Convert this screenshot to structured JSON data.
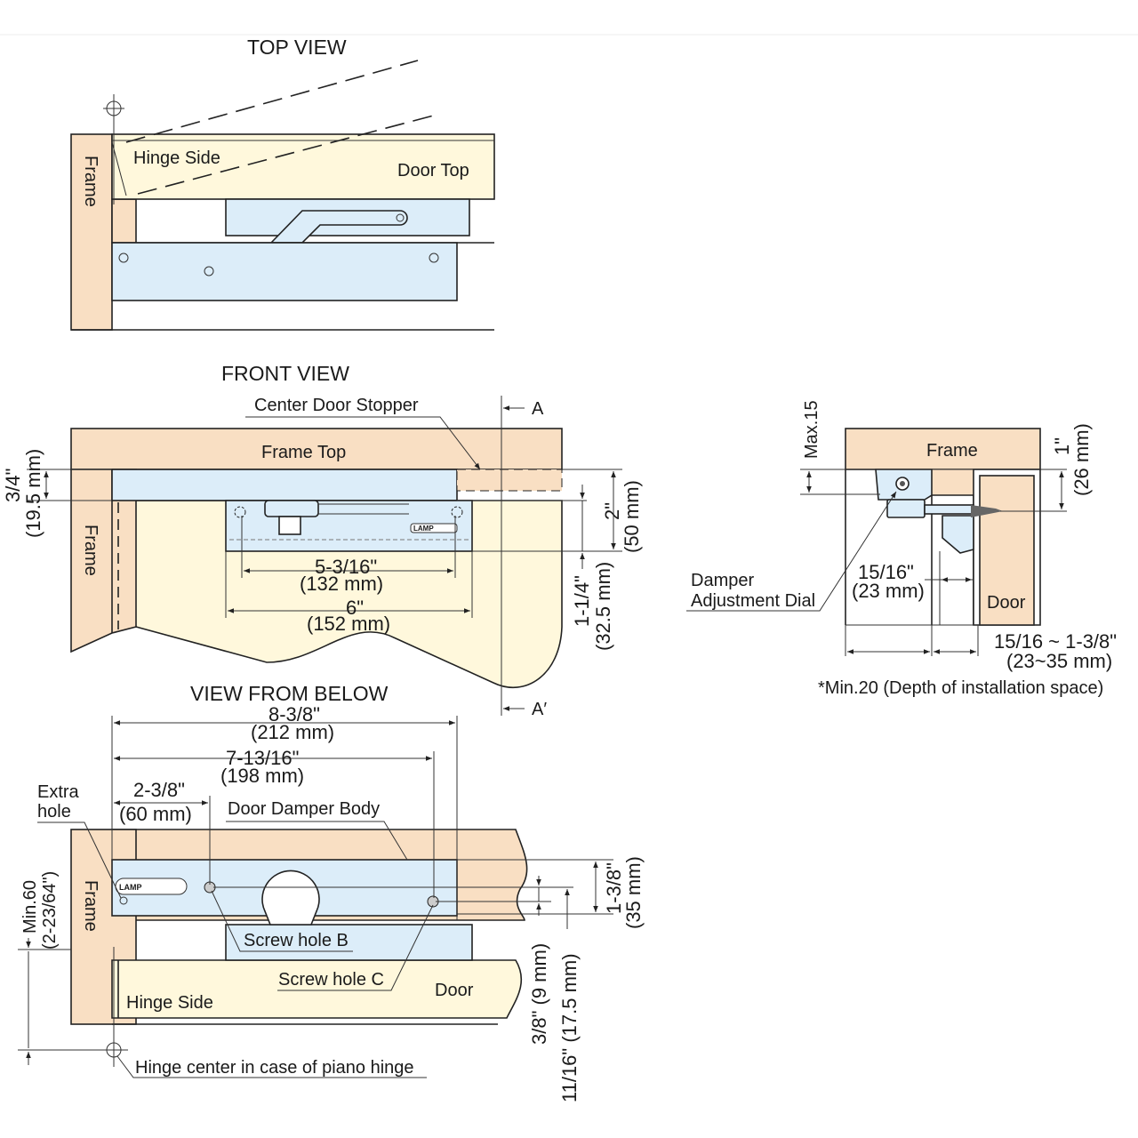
{
  "titles": {
    "top_view": "TOP VIEW",
    "front_view": "FRONT VIEW",
    "below_view": "VIEW FROM BELOW"
  },
  "top_view": {
    "frame": "Frame",
    "hinge_side": "Hinge Side",
    "door_top": "Door Top"
  },
  "front_view": {
    "center_door_stopper": "Center Door Stopper",
    "frame_top": "Frame Top",
    "frame": "Frame",
    "section_a": "A",
    "section_a_prime": "A′",
    "dim_3_4_in": "3/4\"",
    "dim_3_4_mm": "(19.5 mm)",
    "dim_2_in": "2\"",
    "dim_2_mm": "(50 mm)",
    "dim_1_1_4_in": "1-1/4\"",
    "dim_1_1_4_mm": "(32.5 mm)",
    "dim_5_3_16_in": "5-3/16\"",
    "dim_5_3_16_mm": "(132 mm)",
    "dim_6_in": "6\"",
    "dim_6_mm": "(152 mm)",
    "brand": "LAMP"
  },
  "below_view": {
    "dim_8_3_8_in": "8-3/8\"",
    "dim_8_3_8_mm": "(212 mm)",
    "dim_7_13_16_in": "7-13/16\"",
    "dim_7_13_16_mm": "(198 mm)",
    "dim_2_3_8_in": "2-3/8\"",
    "dim_2_3_8_mm": "(60 mm)",
    "extra_hole_1": "Extra",
    "extra_hole_2": "hole",
    "door_damper_body": "Door Damper Body",
    "frame": "Frame",
    "min60": "Min.60",
    "min60_in": "(2-23/64\")",
    "screw_hole_b": "Screw hole B",
    "screw_hole_c": "Screw hole C",
    "hinge_side": "Hinge Side",
    "door": "Door",
    "hinge_center": "Hinge center in case of piano hinge",
    "dim_1_3_8_in": "1-3/8\"",
    "dim_1_3_8_mm": "(35 mm)",
    "dim_3_8": "3/8\" (9 mm)",
    "dim_11_16": "11/16\" (17.5 mm)",
    "brand": "LAMP"
  },
  "side_view": {
    "max15": "Max.15",
    "frame": "Frame",
    "dim_1_in": "1\"",
    "dim_1_mm": "(26 mm)",
    "damper_dial_1": "Damper",
    "damper_dial_2": "Adjustment Dial",
    "dim_15_16_in": "15/16\"",
    "dim_15_16_mm": "(23 mm)",
    "door": "Door",
    "range_in": "15/16 ~ 1-3/8\"",
    "range_mm": "(23~35 mm)",
    "note": "*Min.20 (Depth of installation space)"
  }
}
